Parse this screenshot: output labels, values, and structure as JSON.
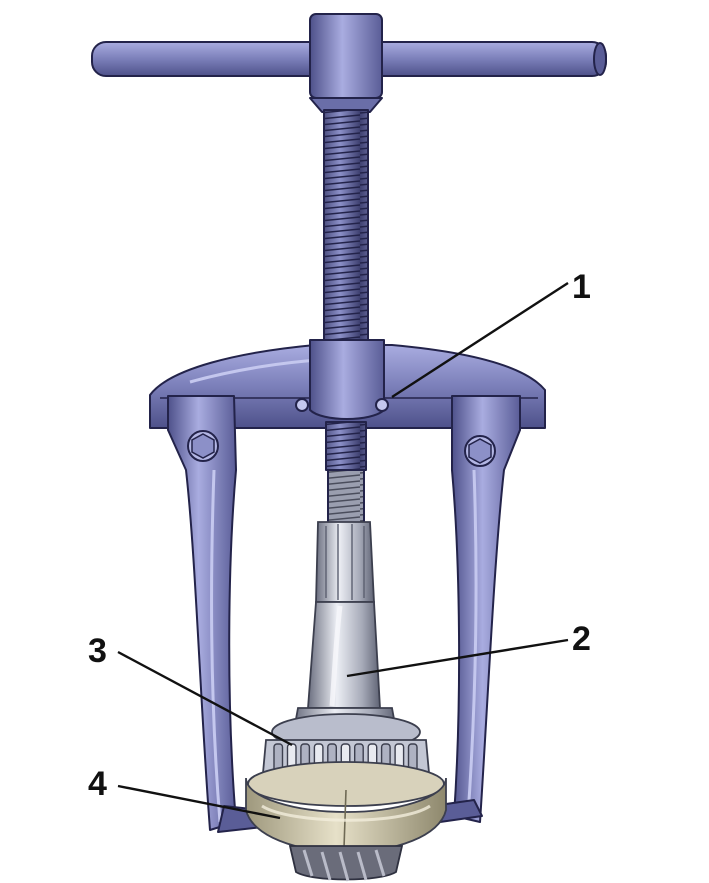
{
  "colors": {
    "tool_body": "#7b7fb9",
    "tool_light": "#a9ace0",
    "tool_dark": "#4e518a",
    "outline": "#23234a",
    "shaft_light": "#d9dce6",
    "shaft_mid": "#a7abb9",
    "shaft_dark": "#6b6f80",
    "race": "#cfc9b1",
    "race_dark": "#9e987d",
    "gear_dark": "#4b4d5a",
    "label": "#111111"
  },
  "icons": [
    "puller-tool-icon",
    "shaft-icon",
    "bearing-icon",
    "inner-race-icon",
    "gear-icon"
  ],
  "callouts": [
    {
      "id": "1",
      "label": "1"
    },
    {
      "id": "2",
      "label": "2"
    },
    {
      "id": "3",
      "label": "3"
    },
    {
      "id": "4",
      "label": "4"
    }
  ]
}
